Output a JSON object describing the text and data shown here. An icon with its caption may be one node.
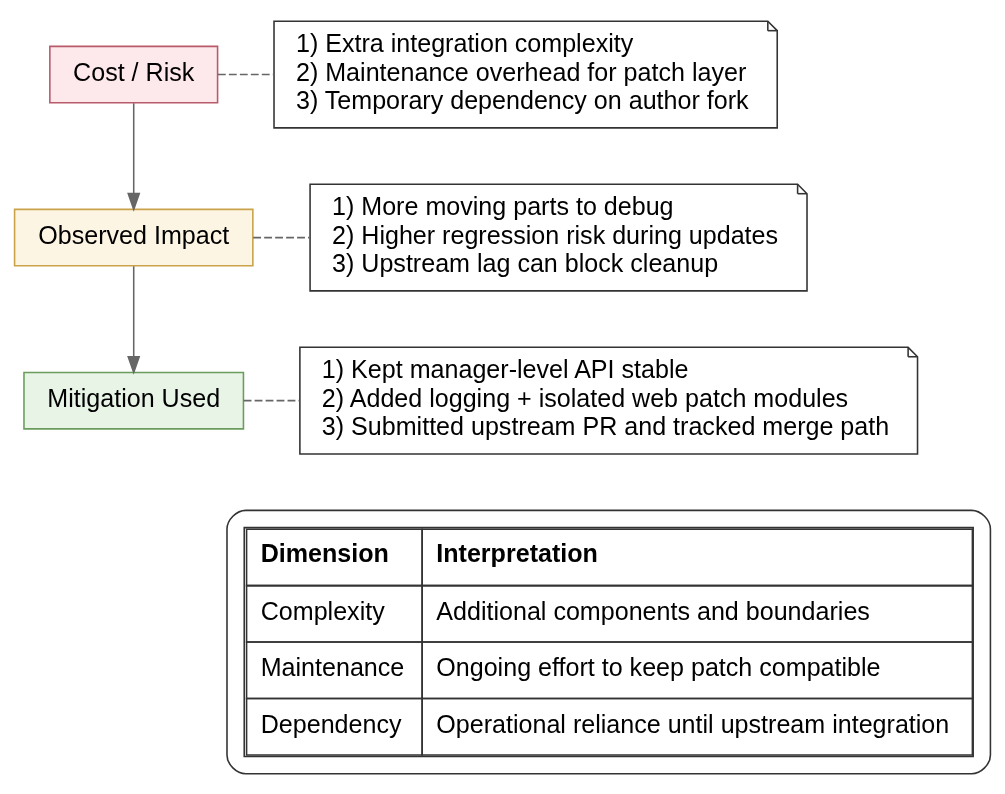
{
  "diagram": {
    "nodes": [
      {
        "text": [
          "Cost / Risk"
        ]
      },
      {
        "text": [
          "1) Extra integration complexity",
          "2) Maintenance overhead for patch layer",
          "3) Temporary dependency on author fork"
        ]
      },
      {
        "text": [
          "Observed Impact"
        ]
      },
      {
        "text": [
          "1) More moving parts to debug",
          "2) Higher regression risk during updates",
          "3) Upstream lag can block cleanup"
        ]
      },
      {
        "text": [
          "Mitigation Used"
        ]
      },
      {
        "text": [
          "1) Kept manager-level API stable",
          "2) Added logging + isolated web patch modules",
          "3) Submitted upstream PR and tracked merge path"
        ]
      }
    ],
    "edges": [
      {
        "from": 0,
        "to": 1,
        "arrow": "none",
        "style": "dashed"
      },
      {
        "from": 0,
        "to": 2,
        "arrow": "to"
      },
      {
        "from": 2,
        "to": 3,
        "arrow": "none",
        "style": "dashed"
      },
      {
        "from": 2,
        "to": 4,
        "arrow": "to"
      },
      {
        "from": 4,
        "to": 5,
        "arrow": "none",
        "style": "dashed"
      }
    ],
    "labels": [
      "Dimension",
      "Interpretation",
      "Complexity",
      "Additional components and boundaries",
      "Maintenance",
      "Ongoing effort to keep patch compatible",
      "Dependency",
      "Operational reliance until upstream integration"
    ]
  }
}
